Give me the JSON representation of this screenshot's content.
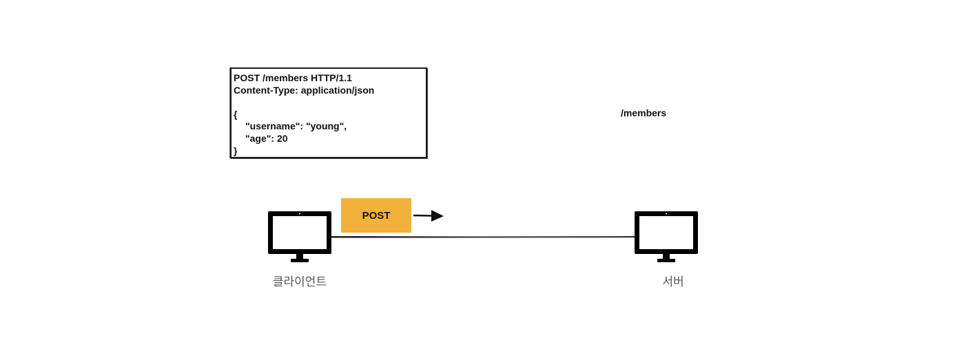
{
  "request_message": {
    "lines": [
      "POST /members HTTP/1.1",
      "Content-Type: application/json",
      "",
      "{",
      "\"username\": \"young\",",
      "\"age\": 20",
      "}"
    ]
  },
  "resource_path": "/members",
  "method_tag": {
    "label": "POST",
    "color": "#f2b13b"
  },
  "client": {
    "label": "클라이언트",
    "icon": "monitor-icon"
  },
  "server": {
    "label": "서버",
    "icon": "monitor-icon"
  },
  "arrow_icon": "arrow-right-icon"
}
